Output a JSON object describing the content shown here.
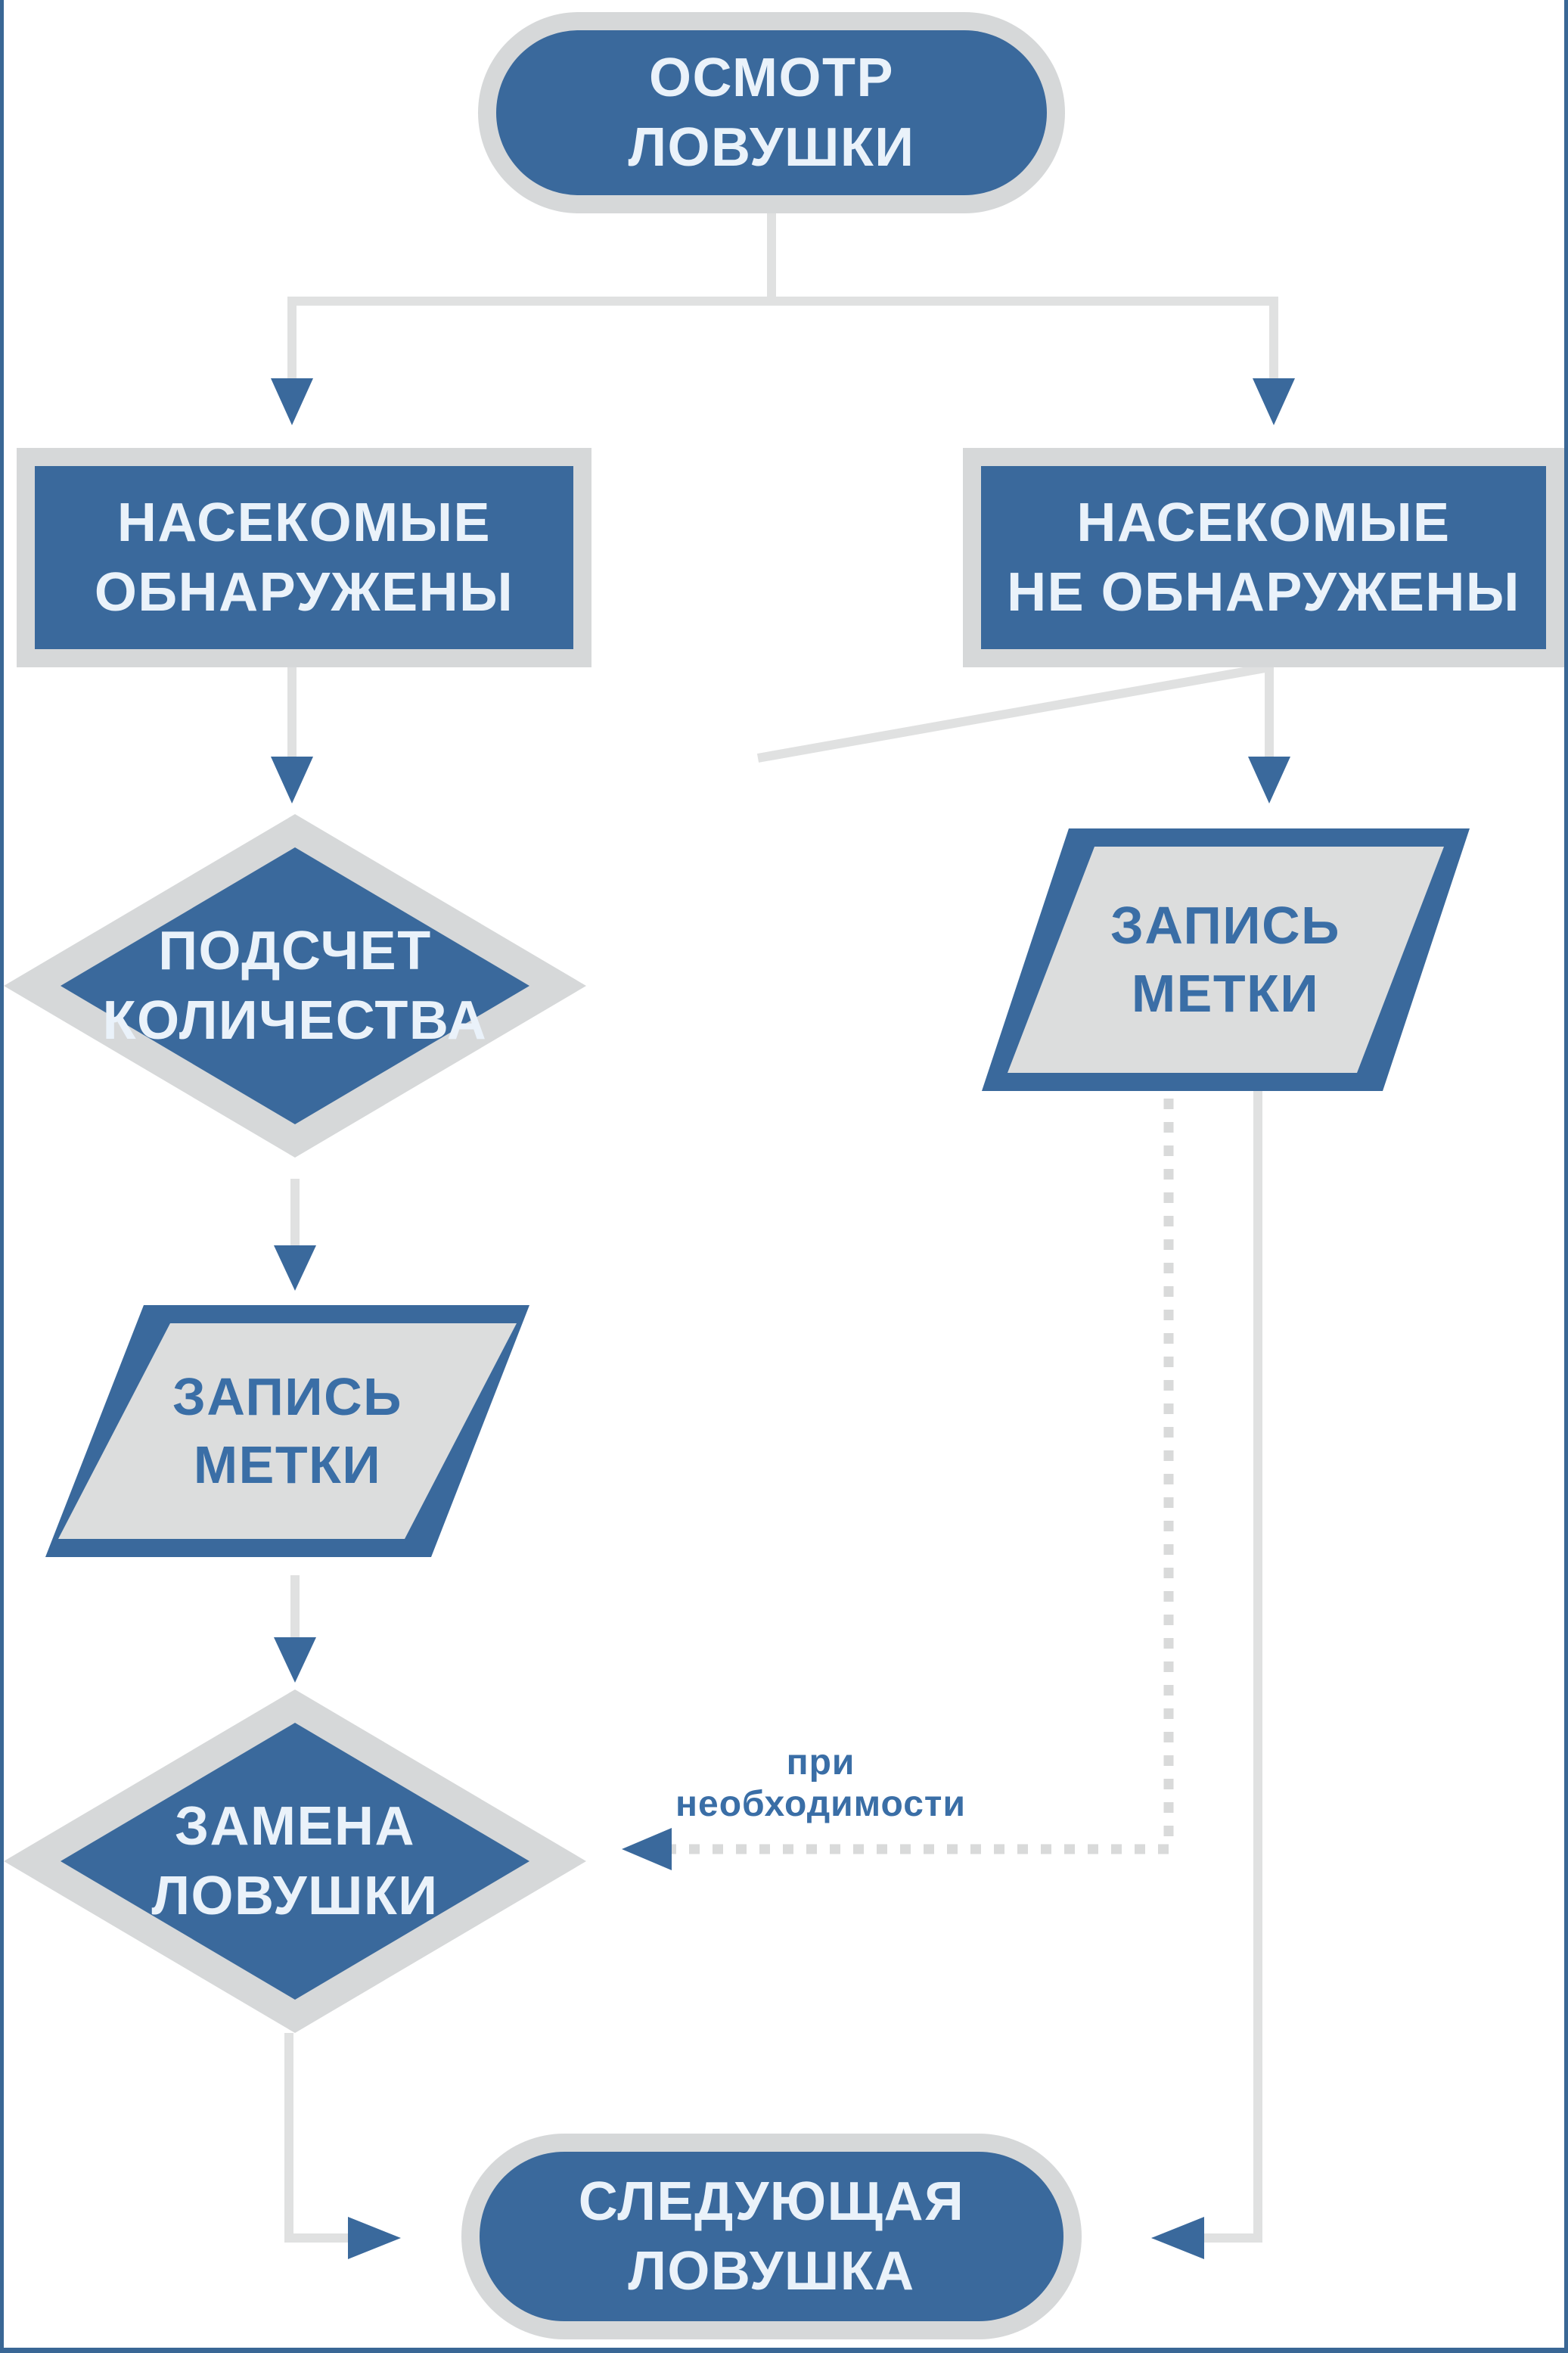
{
  "diagram": {
    "type": "flowchart",
    "language": "ru",
    "nodes": {
      "start": {
        "label": "ОСМОТР\nЛОВУШКИ",
        "shape": "rounded-pill"
      },
      "insects_found": {
        "label": "НАСЕКОМЫЕ\nОБНАРУЖЕНЫ",
        "shape": "rectangle"
      },
      "insects_not_found": {
        "label": "НАСЕКОМЫЕ\nНЕ ОБНАРУЖЕНЫ",
        "shape": "rectangle"
      },
      "count_quantity": {
        "label": "ПОДСЧЕТ\nКОЛИЧЕСТВА",
        "shape": "diamond"
      },
      "record_mark_left": {
        "label": "ЗАПИСЬ\nМЕТКИ",
        "shape": "parallelogram"
      },
      "replace_trap": {
        "label": "ЗАМЕНА\nЛОВУШКИ",
        "shape": "diamond"
      },
      "record_mark_right": {
        "label": "ЗАПИСЬ\nМЕТКИ",
        "shape": "parallelogram"
      },
      "next_trap": {
        "label": "СЛЕДУЮЩАЯ\nЛОВУШКА",
        "shape": "rounded-pill"
      }
    },
    "edges": {
      "optional_label": "при необходимости",
      "list": [
        "start -> insects_found",
        "start -> insects_not_found",
        "insects_found -> count_quantity",
        "count_quantity -> record_mark_left",
        "record_mark_left -> replace_trap",
        "replace_trap -> next_trap",
        "insects_not_found -> record_mark_right",
        "record_mark_right -> next_trap",
        "record_mark_right -> replace_trap (dotted, при необходимости)"
      ]
    },
    "palette": {
      "blue": "#3a699c",
      "frame_gray": "#d6d8d9",
      "panel_gray": "#dcdddd",
      "line_gray": "#e0e1e1",
      "dotted_gray": "#d9dada",
      "light_text": "#eaf2fa",
      "blue_text": "#3a6ea6",
      "page_border_blue": "#3a6795",
      "background": "#ffffff"
    }
  }
}
